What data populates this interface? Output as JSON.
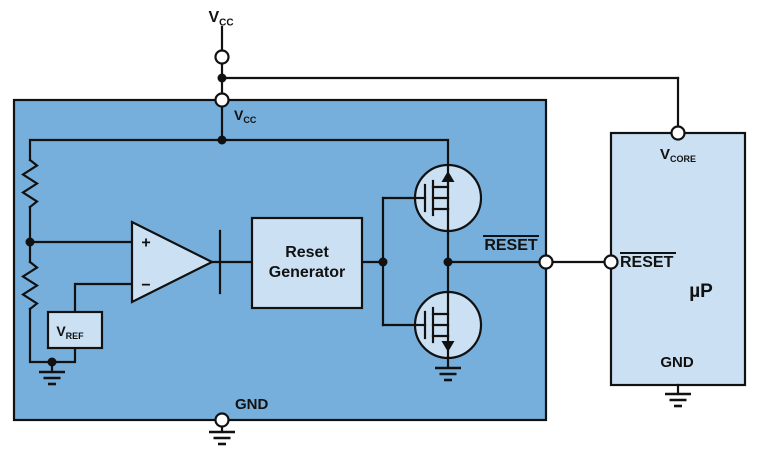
{
  "labels": {
    "vcc_supply": {
      "main": "V",
      "sub": "CC"
    },
    "vcc_pin": {
      "main": "V",
      "sub": "CC"
    },
    "vref": {
      "main": "V",
      "sub": "REF"
    },
    "vcore": {
      "main": "V",
      "sub": "CORE"
    },
    "comparator_plus": "+",
    "comparator_minus": "−",
    "reset_generator_line1": "Reset",
    "reset_generator_line2": "Generator",
    "reset_output": "RESET",
    "reset_input": "RESET",
    "gnd_pin": "GND",
    "gnd_mcu": "GND",
    "mcu": "µP"
  },
  "colors": {
    "supervisor_fill": "#76AFDB",
    "block_fill": "#CBE1F3",
    "stroke": "#111111",
    "background": "#FFFFFF"
  }
}
